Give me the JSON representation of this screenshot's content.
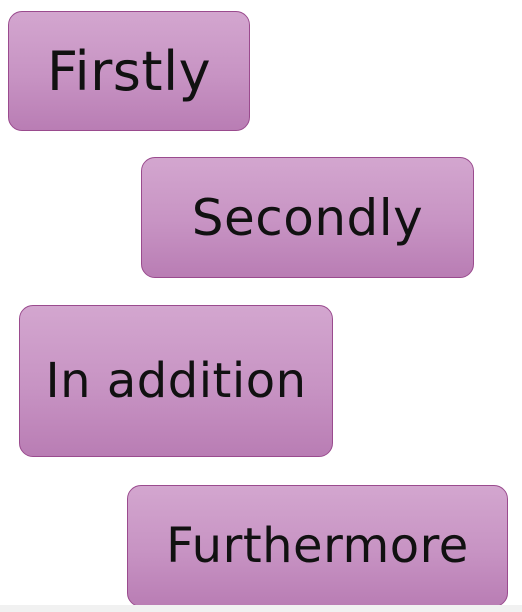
{
  "cards": [
    {
      "label": "Firstly"
    },
    {
      "label": "Secondly"
    },
    {
      "label": "In addition"
    },
    {
      "label": "Furthermore"
    }
  ],
  "colors": {
    "card_fill_top": "#d3a6cf",
    "card_fill_bottom": "#b97db4",
    "card_border": "#9a4b8e",
    "text": "#111111",
    "background": "#ffffff"
  }
}
